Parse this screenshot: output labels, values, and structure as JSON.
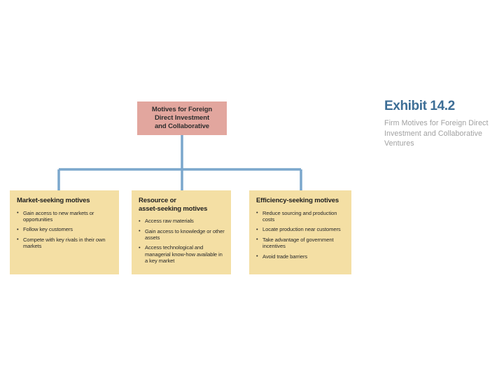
{
  "slide": {
    "background_color": "#ffffff",
    "colors": {
      "root_box": "#e2a69e",
      "leaf_box": "#f4dfa4",
      "connector_line": "#7ba7cc",
      "exhibit_title": "#3d6e96",
      "exhibit_caption": "#a0a0a0",
      "body_text": "#2a2a2a"
    }
  },
  "diagram": {
    "root": {
      "title_lines": [
        "Motives for Foreign",
        "Direct Investment",
        "and Collaborative"
      ]
    },
    "branches": [
      {
        "title_lines": [
          "Market-seeking motives"
        ],
        "items": [
          "Gain access to new markets or opportunities",
          "Follow key customers",
          "Compete with key rivals in their own markets"
        ]
      },
      {
        "title_lines": [
          "Resource or",
          "asset-seeking motives"
        ],
        "items": [
          "Access raw materials",
          "Gain access to knowledge or other assets",
          "Access technological and managerial know-how available in a key market"
        ]
      },
      {
        "title_lines": [
          "Efficiency-seeking motives"
        ],
        "items": [
          "Reduce sourcing and production costs",
          "Locate production near customers",
          "Take advantage of government incentives",
          "Avoid trade barriers"
        ]
      }
    ]
  },
  "exhibit": {
    "title": "Exhibit 14.2",
    "caption": "Firm Motives for Foreign Direct Investment and Collaborative Ventures"
  }
}
